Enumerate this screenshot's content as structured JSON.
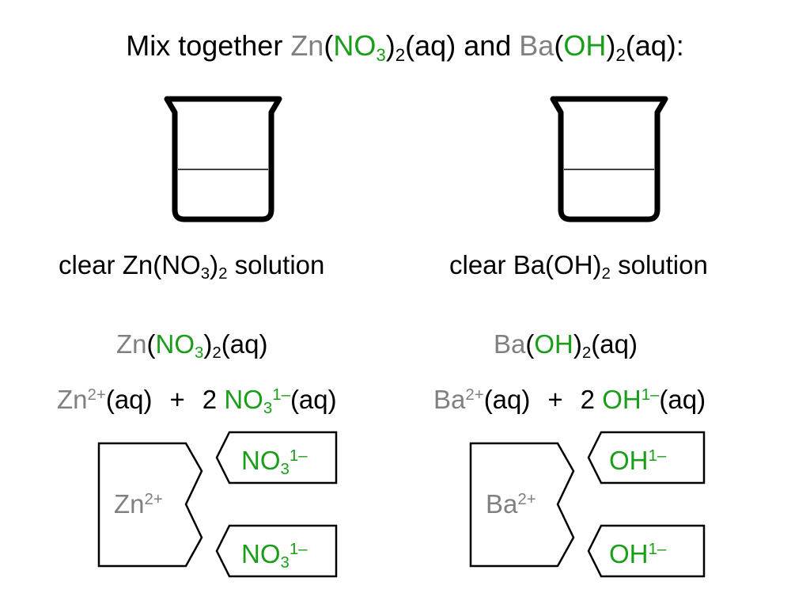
{
  "title": {
    "prefix": "Mix together ",
    "zn": "Zn",
    "paren_open": "(",
    "no3": "NO",
    "no3_sub": "3",
    "paren_close": ")",
    "sub2": "2",
    "aq": "(aq) and ",
    "ba": "Ba",
    "paren_open2": "(",
    "oh": "OH",
    "paren_close2": ")",
    "sub2b": "2",
    "aq_end": "(aq):"
  },
  "captions": {
    "left": {
      "before": "clear Zn(NO",
      "sub3": "3",
      "mid": ")",
      "sub2": "2",
      "after": " solution"
    },
    "right": {
      "before": "clear Ba(OH)",
      "sub2": "2",
      "after": " solution"
    }
  },
  "formulas": {
    "left": {
      "zn": "Zn",
      "open": "(",
      "no": "NO",
      "sub3": "3",
      "close": ")",
      "sub2": "2",
      "aq": "(aq)"
    },
    "right": {
      "ba": "Ba",
      "open": "(",
      "oh": "OH",
      "close": ")",
      "sub2": "2",
      "aq": "(aq)"
    }
  },
  "dissociation": {
    "left": {
      "cation": "Zn",
      "cation_charge": "2+",
      "aq1": "(aq)",
      "plus": "+",
      "coef": "2",
      "anion": "NO",
      "anion_sub": "3",
      "anion_charge": "1–",
      "aq2": "(aq)"
    },
    "right": {
      "cation": "Ba",
      "cation_charge": "2+",
      "aq1": "(aq)",
      "plus": "+",
      "coef": "2",
      "anion": "OH",
      "anion_charge": "1–",
      "aq2": "(aq)"
    }
  },
  "ion_shapes": {
    "left": {
      "cation": "Zn",
      "cation_charge": "2+",
      "anion": "NO",
      "anion_sub": "3",
      "anion_charge": "1–"
    },
    "right": {
      "cation": "Ba",
      "cation_charge": "2+",
      "anion": "OH",
      "anion_charge": "1–"
    }
  },
  "colors": {
    "cation": "#808080",
    "anion": "#1a9e1a",
    "text": "#000000"
  }
}
